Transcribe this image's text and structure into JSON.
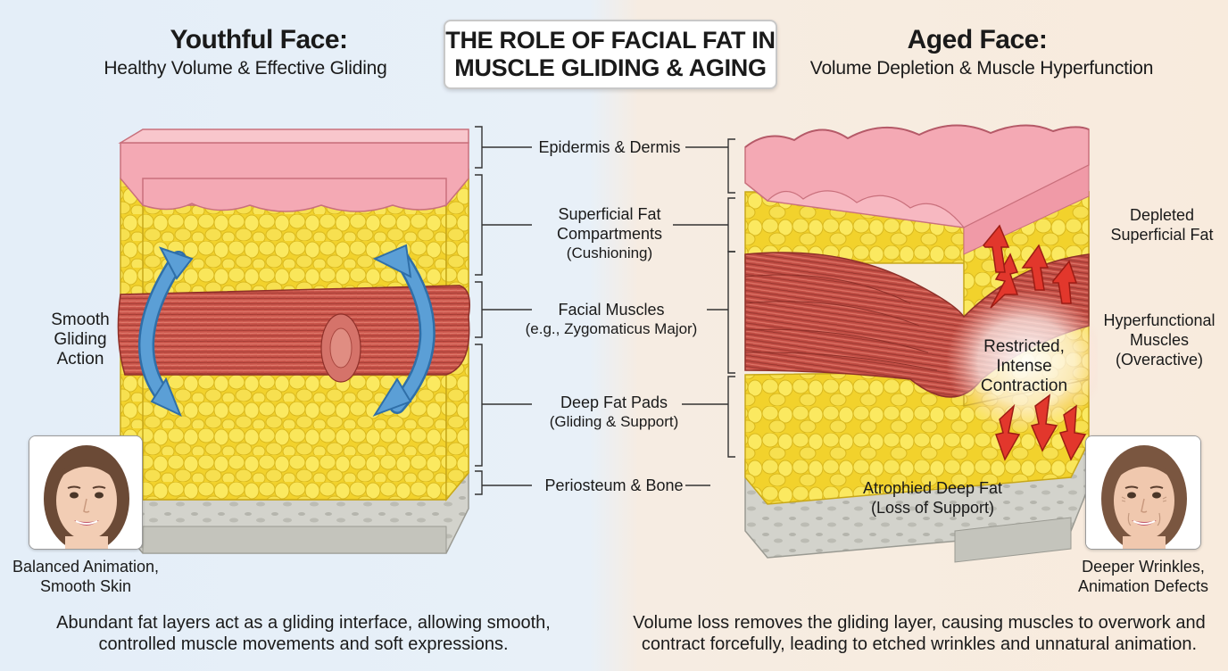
{
  "title": {
    "line1": "THE ROLE OF FACIAL FAT IN",
    "line2": "MUSCLE GLIDING & AGING"
  },
  "youthful": {
    "title": "Youthful Face:",
    "subtitle": "Healthy Volume & Effective Gliding",
    "gliding_label": [
      "Smooth",
      "Gliding",
      "Action"
    ],
    "face_caption": [
      "Balanced Animation,",
      "Smooth Skin"
    ],
    "summary": [
      "Abundant fat layers act as a gliding interface, allowing smooth,",
      "controlled muscle movements and soft expressions."
    ]
  },
  "aged": {
    "title": "Aged Face:",
    "subtitle": "Volume Depletion & Muscle Hyperfunction",
    "depleted_label": [
      "Depleted",
      "Superficial Fat"
    ],
    "hyper_label": [
      "Hyperfunctional",
      "Muscles",
      "(Overactive)"
    ],
    "restricted_label": [
      "Restricted,",
      "Intense",
      "Contraction"
    ],
    "atrophied_label": [
      "Atrophied Deep Fat",
      "(Loss of Support)"
    ],
    "face_caption": [
      "Deeper Wrinkles,",
      "Animation Defects"
    ],
    "summary": [
      "Volume loss removes the gliding layer, causing muscles to overwork and",
      "contract forcefully, leading to etched wrinkles and unnatural animation."
    ]
  },
  "layers": {
    "epidermis": "Epidermis & Dermis",
    "superficial_fat": [
      "Superficial Fat",
      "Compartments",
      "(Cushioning)"
    ],
    "muscles": [
      "Facial Muscles",
      "(e.g., Zygomaticus Major)"
    ],
    "deep_fat": [
      "Deep Fat Pads",
      "(Gliding & Support)"
    ],
    "bone": "Periosteum & Bone"
  },
  "colors": {
    "skin": "#f4a9b4",
    "fat": "#f7df3a",
    "muscle": "#c9544a",
    "bone": "#cfcfc9",
    "arrow_blue": "#5b9fd6",
    "arrow_red": "#e2372c"
  }
}
